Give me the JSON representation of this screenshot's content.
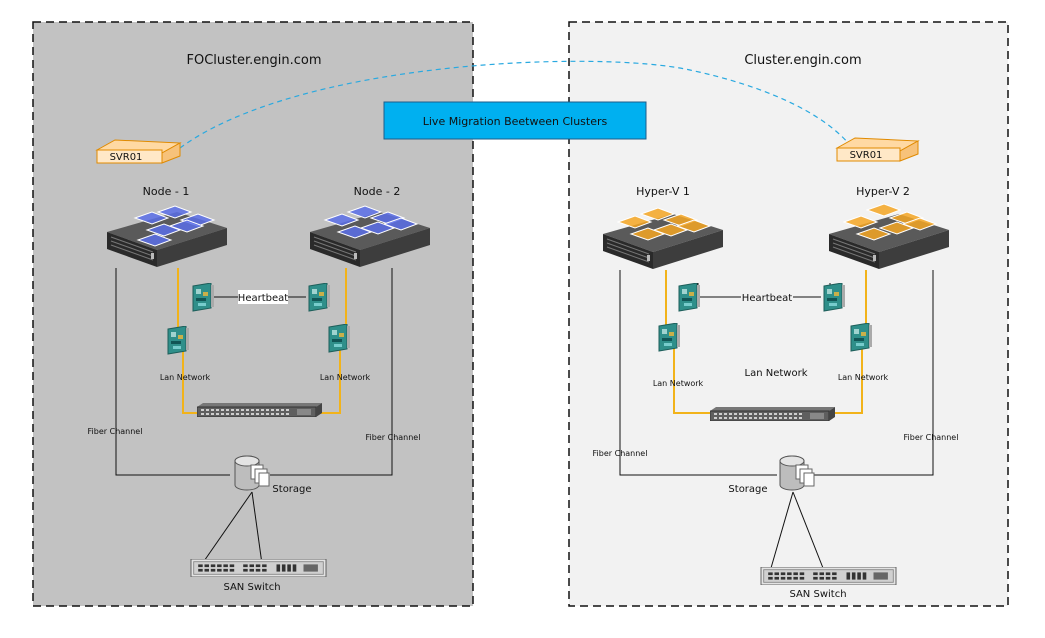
{
  "migration_label": "Live Migration Beetween Clusters",
  "colors": {
    "left_cluster_bg": "#c2c2c2",
    "right_cluster_bg": "#f2f2f2",
    "migration_box": "#00b0f0",
    "migration_link": "#29a9e0",
    "lan_cable": "#f2b31a",
    "blue_vm": "#5b6ee8",
    "orange_vm": "#f5a623"
  },
  "left_cluster": {
    "name": "FOCluster.engin.com",
    "vm": "SVR01",
    "node1": "Node - 1",
    "node2": "Node - 2",
    "heartbeat": "Heartbeat",
    "lan1": "Lan Network",
    "lan2": "Lan Network",
    "fiber1": "Fiber Channel",
    "fiber2": "Fiber Channel",
    "storage": "Storage",
    "san": "SAN Switch"
  },
  "right_cluster": {
    "name": "Cluster.engin.com",
    "vm": "SVR01",
    "node1": "Hyper-V  1",
    "node2": "Hyper-V  2",
    "heartbeat": "Heartbeat",
    "lan_center": "Lan Network",
    "lan1": "Lan Network",
    "lan2": "Lan Network",
    "fiber1": "Fiber Channel",
    "fiber2": "Fiber Channel",
    "storage": "Storage",
    "san": "SAN Switch"
  }
}
